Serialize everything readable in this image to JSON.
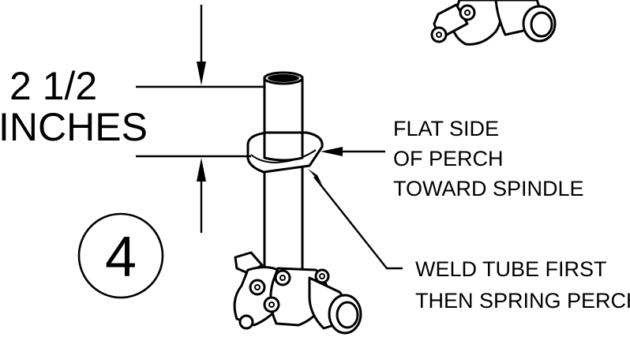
{
  "dimension": {
    "value": "2 1/2",
    "unit": "INCHES"
  },
  "callout_perch": {
    "lines": [
      "FLAT SIDE",
      "OF PERCH",
      "TOWARD SPINDLE"
    ]
  },
  "callout_weld": {
    "lines": [
      "WELD TUBE FIRST",
      "THEN SPRING PERCH"
    ]
  },
  "step_number": "4"
}
